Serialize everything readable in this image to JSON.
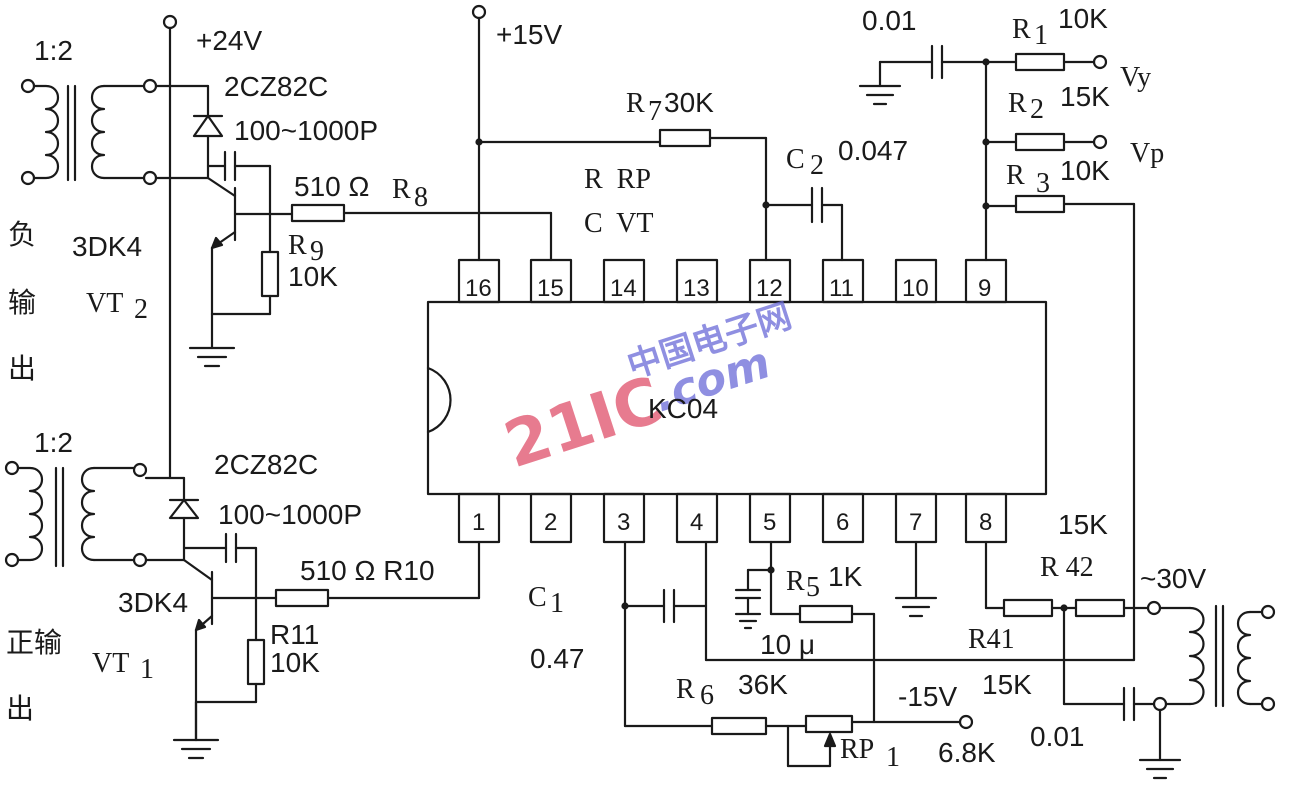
{
  "chip": {
    "name": "KC04",
    "pins_top": [
      "16",
      "15",
      "14",
      "13",
      "12",
      "11",
      "10",
      "9"
    ],
    "pins_bottom": [
      "1",
      "2",
      "3",
      "4",
      "5",
      "6",
      "7",
      "8"
    ]
  },
  "supplies": {
    "plus24": "+24V",
    "plus15": "+15V",
    "minus15": "-15V",
    "ac": "~30V"
  },
  "top_left": {
    "ratio": "1:2",
    "diode": "2CZ82C",
    "cap": "100~1000P",
    "r8_val": "510 Ω",
    "r8": "R",
    "r8_sub": "8",
    "r9": "R",
    "r9_sub": "9",
    "r9_val": "10K",
    "transistor": "3DK4",
    "vt": "VT",
    "vt_sub": "2",
    "output_label": [
      "负",
      "输",
      "出"
    ]
  },
  "bottom_left": {
    "ratio": "1:2",
    "diode": "2CZ82C",
    "cap": "100~1000P",
    "r10_text": "510 Ω R10",
    "r11": "R11",
    "r11_val": "10K",
    "transistor": "3DK4",
    "vt": "VT",
    "vt_sub": "1",
    "output_label": [
      "正输",
      "出"
    ]
  },
  "top_mid": {
    "r7": "R",
    "r7_sub": "7",
    "r7_val": "30K",
    "legend1": "R  RP",
    "legend2": "C  VT",
    "c2": "C",
    "c2_sub": "2",
    "c2_val": "0.047"
  },
  "top_right": {
    "cap_val": "0.01",
    "r1": "R",
    "r1_sub": "1",
    "r1_val": "10K",
    "r2": "R",
    "r2_sub": "2",
    "r2_val": "15K",
    "r3": "R",
    "r3_sub": "3",
    "r3_val": "10K",
    "vy": "Vy",
    "vp": "Vp"
  },
  "bottom_mid": {
    "c1": "C",
    "c1_sub": "1",
    "c1_val": "0.47",
    "r5": "R",
    "r5_sub": "5",
    "r5_val": "1K",
    "cap10": "10 μ",
    "r6": "R",
    "r6_sub": "6",
    "r6_val": "36K",
    "rp1": "RP",
    "rp1_sub": "1",
    "rp1_val": "6.8K"
  },
  "bottom_right": {
    "r42_val": "15K",
    "r42": "R 42",
    "r41": "R41",
    "r41_val": "15K",
    "cap_val": "0.01"
  },
  "watermark": {
    "cn": "中国电子网",
    "num": "21IC",
    "com": ".com"
  },
  "colors": {
    "ink": "#1a1a1a",
    "watermark": "#e0506a",
    "watermark2": "#6a6ad8"
  }
}
